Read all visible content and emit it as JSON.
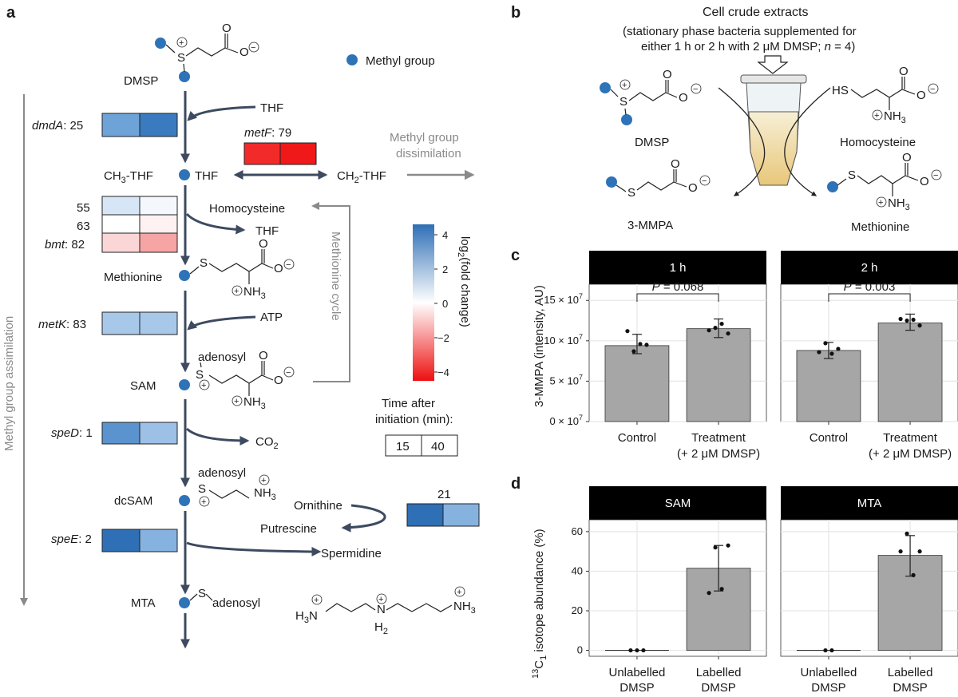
{
  "panels": {
    "a": "a",
    "b": "b",
    "c": "c",
    "d": "d"
  },
  "colors": {
    "pathway": "#3d4a60",
    "methyl_dot": "#2e73b8",
    "dissim": "#8a8a8a",
    "bar": "#a6a6a6"
  },
  "panel_a": {
    "legend_methyl": "Methyl group",
    "assimilation_label": "Methyl group assimilation",
    "dissimilation_label_1": "Methyl group",
    "dissimilation_label_2": "dissimilation",
    "methionine_cycle": "Methionine cycle",
    "compounds": {
      "dmsp": "DMSP",
      "thf": "THF",
      "ch3thf_main": "CH",
      "ch3thf_sub": "3",
      "ch3thf_tail": "-THF",
      "ch2thf_main": "CH",
      "ch2thf_sub": "2",
      "ch2thf_tail": "-THF",
      "homocysteine": "Homocysteine",
      "thf2": "THF",
      "methionine": "Methionine",
      "atp": "ATP",
      "sam": "SAM",
      "co2_main": "CO",
      "co2_sub": "2",
      "dcsam": "dcSAM",
      "ornithine": "Ornithine",
      "putrescine": "Putrescine",
      "spermidine": "Spermidine",
      "mta": "MTA",
      "adenosyl": "adenosyl",
      "nh3_main": "NH",
      "nh3_sub": "3",
      "s": "S",
      "o": "O",
      "hs": "HS",
      "h2n": "H",
      "h2_sub": "2",
      "h3n_main": "H",
      "h3n_sub": "3",
      "n": "N"
    },
    "genes": {
      "dmdA": {
        "name": "dmdA",
        "num": ": 25",
        "colors": [
          "#6ea3d8",
          "#3a7bbf"
        ]
      },
      "metF": {
        "name": "metF",
        "num": ": 79",
        "colors": [
          "#f22a2a",
          "#f01818"
        ]
      },
      "row55": {
        "num": "55",
        "colors": [
          "#d6e6f6",
          "#f4f8fd"
        ]
      },
      "row63": {
        "num": "63",
        "colors": [
          "#ffffff",
          "#fdf1f1"
        ]
      },
      "bmt": {
        "name": "bmt",
        "num": ": 82",
        "colors": [
          "#fbd6d6",
          "#f6a4a4"
        ]
      },
      "metK": {
        "name": "metK",
        "num": ": 83",
        "colors": [
          "#a8c8ea",
          "#a8c8ea"
        ]
      },
      "speD": {
        "name": "speD",
        "num": ": 1",
        "colors": [
          "#5b93cf",
          "#9cc0e6"
        ]
      },
      "row21": {
        "num": "21",
        "colors": [
          "#2f6fb6",
          "#86b2e0"
        ]
      },
      "speE": {
        "name": "speE",
        "num": ": 2",
        "colors": [
          "#2f6fb6",
          "#86b2e0"
        ]
      }
    },
    "colorbar": {
      "title_main": "log",
      "title_sub": "2",
      "title_tail": "(fold change)",
      "ticks": [
        "4",
        "2",
        "0",
        "−2",
        "−4"
      ]
    },
    "time_legend": {
      "title_1": "Time after",
      "title_2": "initiation (min):",
      "t1": "15",
      "t2": "40"
    }
  },
  "panel_b": {
    "title": "Cell crude extracts",
    "subtitle_1": "(stationary phase bacteria supplemented for",
    "subtitle_2a": "either 1 h or 2 h with 2 μM DMSP; ",
    "subtitle_2n": "n",
    "subtitle_2b": " = 4)",
    "labels": {
      "dmsp": "DMSP",
      "homocysteine": "Homocysteine",
      "mmpa": "3-MMPA",
      "methionine": "Methionine"
    }
  },
  "chart_data": [
    {
      "type": "bar",
      "panel": "c",
      "facets": [
        "1 h",
        "2 h"
      ],
      "categories": [
        "Control",
        "Treatment",
        "(+ 2 μM DMSP)"
      ],
      "ylabel": "3-MMPA (intensity, AU)",
      "yticks": [
        "0 × 10",
        "5 × 10",
        "10 × 10",
        "15 × 10"
      ],
      "ytick_exp": "7",
      "ylim": [
        0,
        170000000
      ],
      "tick_values": [
        0,
        50000000,
        100000000,
        150000000
      ],
      "grid": true,
      "series": [
        {
          "facet": "1 h",
          "values": [
            94000000,
            115000000
          ],
          "err_low": [
            84000000,
            104000000
          ],
          "err_high": [
            108000000,
            127000000
          ],
          "points": [
            [
              112000000,
              87000000,
              96000000,
              95000000
            ],
            [
              113000000,
              116000000,
              121000000,
              109000000
            ]
          ],
          "p_label": "P",
          "p_value": " = 0.068"
        },
        {
          "facet": "2 h",
          "values": [
            88000000,
            122000000
          ],
          "err_low": [
            78000000,
            113000000
          ],
          "err_high": [
            98000000,
            133000000
          ],
          "points": [
            [
              86000000,
              97000000,
              84000000,
              90000000
            ],
            [
              127000000,
              125000000,
              126000000,
              119000000
            ]
          ],
          "p_label": "P",
          "p_value": " = 0.003"
        }
      ]
    },
    {
      "type": "bar",
      "panel": "d",
      "facets": [
        "SAM",
        "MTA"
      ],
      "categories": [
        "Unlabelled",
        "DMSP",
        "Labelled",
        "DMSP"
      ],
      "ylabel_sup": "13",
      "ylabel_main": "C",
      "ylabel_sub": "1",
      "ylabel_tail": " isotope abundance (%)",
      "yticks": [
        "0",
        "20",
        "40",
        "60"
      ],
      "tick_values": [
        0,
        20,
        40,
        60
      ],
      "ylim": [
        -3,
        66
      ],
      "grid": true,
      "series": [
        {
          "facet": "SAM",
          "values": [
            0,
            41.5
          ],
          "err_low": [
            0,
            30
          ],
          "err_high": [
            0,
            53
          ],
          "points": [
            [
              0,
              0,
              0
            ],
            [
              29,
              52,
              31,
              53
            ]
          ]
        },
        {
          "facet": "MTA",
          "values": [
            0,
            48
          ],
          "err_low": [
            0,
            37.5
          ],
          "err_high": [
            0,
            58
          ],
          "points": [
            [
              0,
              0
            ],
            [
              50,
              59,
              38,
              50
            ]
          ]
        }
      ]
    }
  ]
}
